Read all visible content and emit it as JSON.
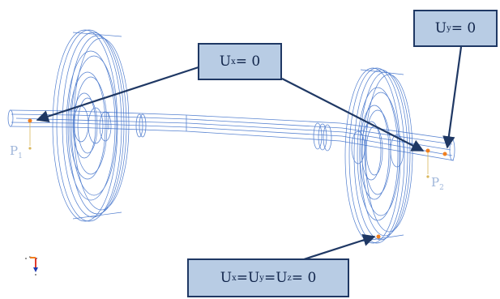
{
  "callouts": {
    "ux": {
      "base": "U",
      "sub": "x",
      "rest": " = 0"
    },
    "uy": {
      "base": "U",
      "sub": "y",
      "rest": " = 0"
    },
    "uxyz": {
      "p1": "U",
      "s1": "x",
      "m1": " = ",
      "p2": "U",
      "s2": "y",
      "m2": " = ",
      "p3": "U",
      "s3": "z",
      "m3": " = 0"
    }
  },
  "points": {
    "p1": {
      "base": "P",
      "sub": "1"
    },
    "p2": {
      "base": "P",
      "sub": "2"
    }
  },
  "colors": {
    "wireframe": "#3d6fc9",
    "callout_fill": "#b8cce4",
    "callout_border": "#1f3864",
    "arrow": "#1f3864",
    "constraint_marker": "#f07f1f",
    "point_marker": "#d9b65a",
    "point_label": "#9fb6da"
  },
  "icons": {
    "triad": "coordinate-triad-icon"
  }
}
